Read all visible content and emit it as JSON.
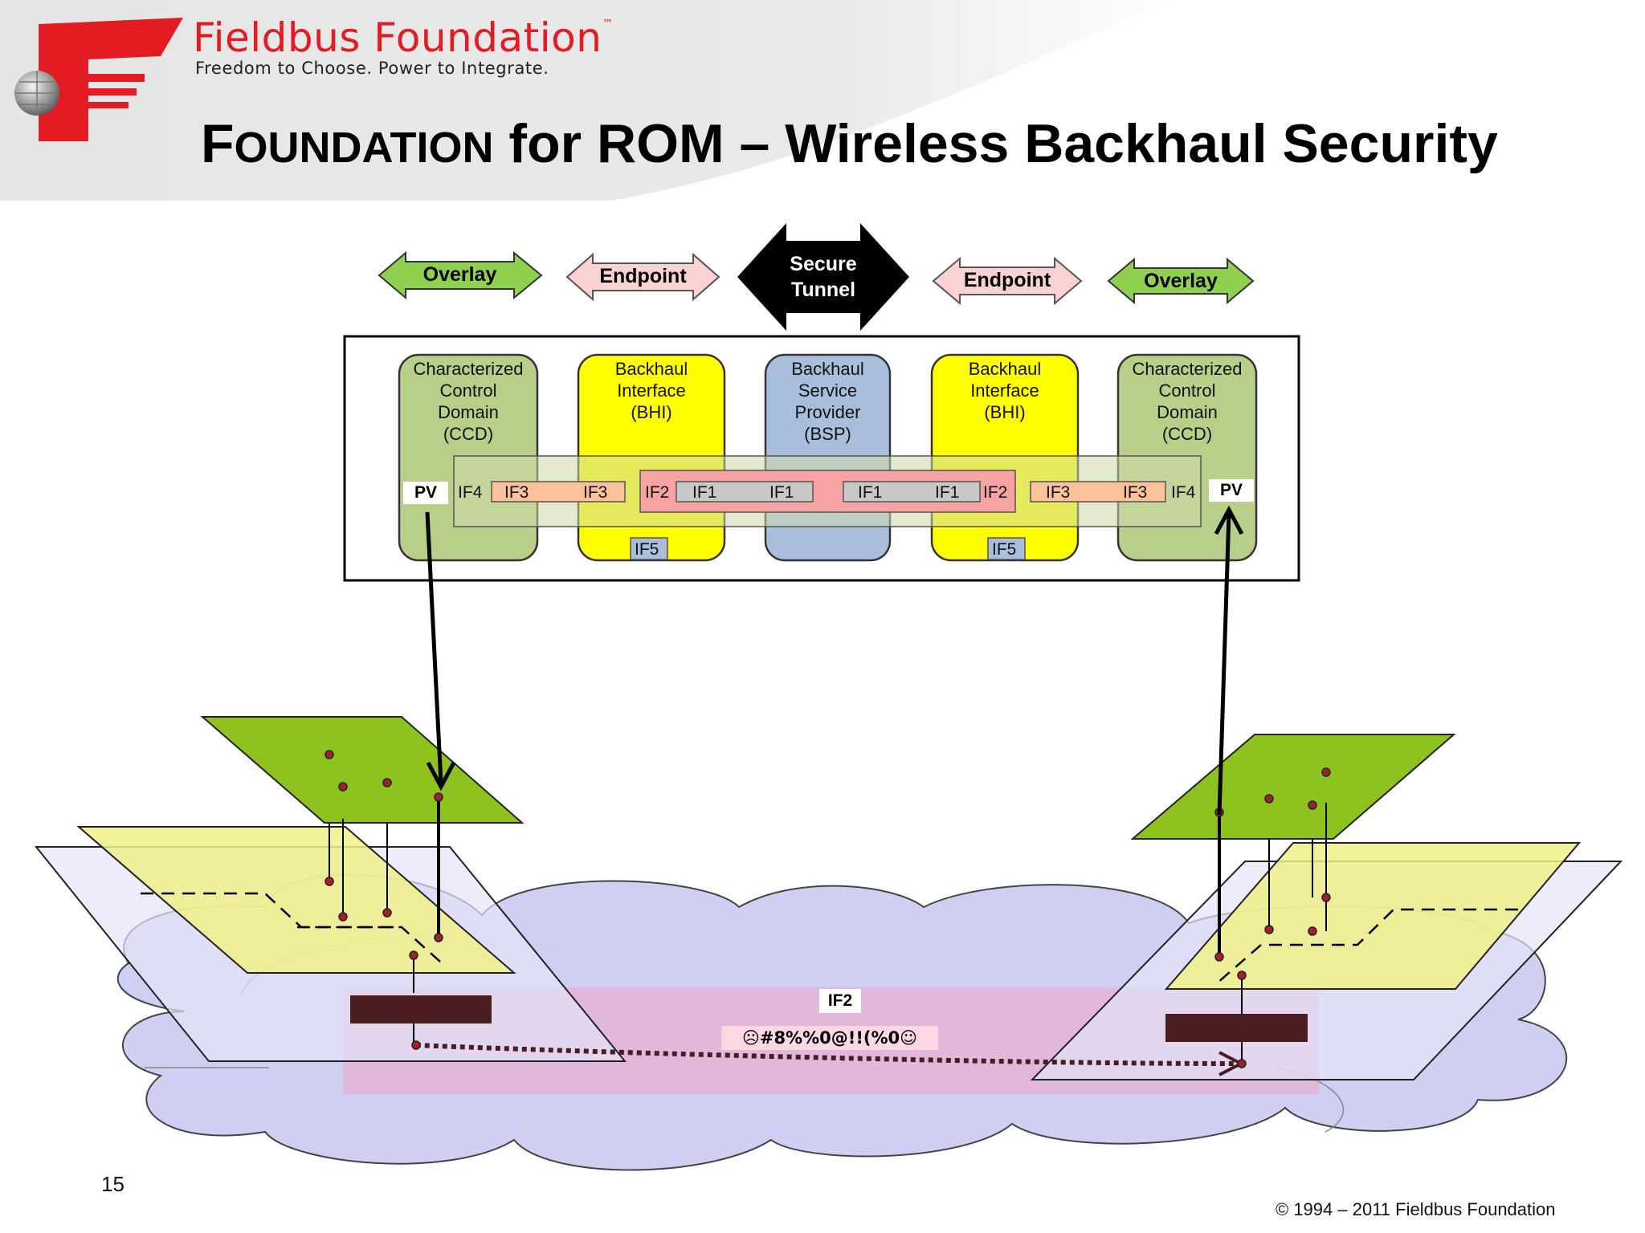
{
  "header": {
    "brand_name": "Fieldbus Foundation",
    "brand_tm": "™",
    "tagline": "Freedom to Choose. Power to Integrate.",
    "title_part1": "F",
    "title_part2": "OUNDATION",
    "title_part3": " for ROM – Wireless Backhaul Security"
  },
  "arrows": {
    "overlay_left": "Overlay",
    "endpoint_left": "Endpoint",
    "secure_tunnel": "Secure\nTunnel",
    "endpoint_right": "Endpoint",
    "overlay_right": "Overlay"
  },
  "columns": {
    "ccd_left": "Characterized\nControl\nDomain\n(CCD)",
    "bhi_left": "Backhaul\nInterface\n(BHI)",
    "bsp": "Backhaul\nService\nProvider\n(BSP)",
    "bhi_right": "Backhaul\nInterface\n(BHI)",
    "ccd_right": "Characterized\nControl\nDomain\n(CCD)"
  },
  "interfaces": {
    "pv": "PV",
    "if1": "IF1",
    "if2": "IF2",
    "if3": "IF3",
    "if4": "IF4",
    "if5": "IF5"
  },
  "network": {
    "if2_label": "IF2",
    "encrypted_text": "☹#8%%0@!!(%0☺"
  },
  "footer": {
    "slide_number": "15",
    "copyright": "© 1994 – 2011 Fieldbus Foundation"
  },
  "colors": {
    "brand_red": "#e31b23",
    "overlay_green": "#8fd14f",
    "endpoint_pink": "#fbd2d2",
    "ccd_green": "#b8cf8a",
    "bhi_yellow": "#ffff00",
    "bsp_blue": "#a9bedb",
    "cloud_lavender": "#cfcff2",
    "plane_green": "#8dc21f",
    "plane_yellow": "#f0f08a"
  }
}
